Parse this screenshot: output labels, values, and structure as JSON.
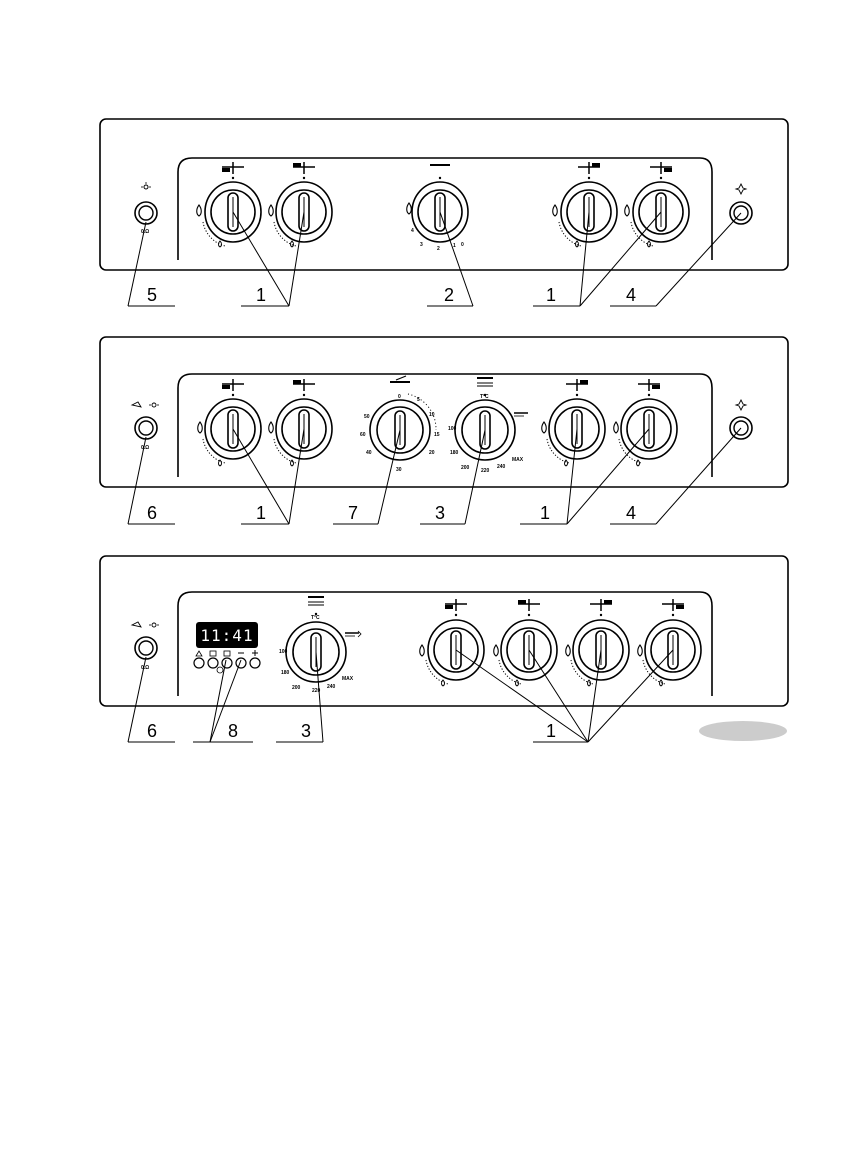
{
  "panels": [
    {
      "id": "panel-1",
      "callouts": [
        "5",
        "1",
        "2",
        "1",
        "4"
      ],
      "dial_numbers": [
        "4",
        "3",
        "2",
        "1",
        "0"
      ]
    },
    {
      "id": "panel-2",
      "callouts": [
        "6",
        "1",
        "7",
        "3",
        "1",
        "4"
      ],
      "timer_numbers": [
        "0",
        "5",
        "10",
        "15",
        "20",
        "30",
        "40",
        "50",
        "60"
      ],
      "temp_numbers": [
        "T°C",
        "100",
        "180",
        "200",
        "220",
        "240",
        "MAX"
      ]
    },
    {
      "id": "panel-3",
      "callouts": [
        "6",
        "8",
        "3",
        "1"
      ],
      "clock_display": "11:41",
      "temp_numbers": [
        "T°C",
        "100",
        "180",
        "200",
        "220",
        "240",
        "MAX"
      ]
    }
  ],
  "colors": {
    "line": "#000000",
    "background": "#ffffff",
    "lcd": "#000000",
    "badge": "#cccccc"
  }
}
